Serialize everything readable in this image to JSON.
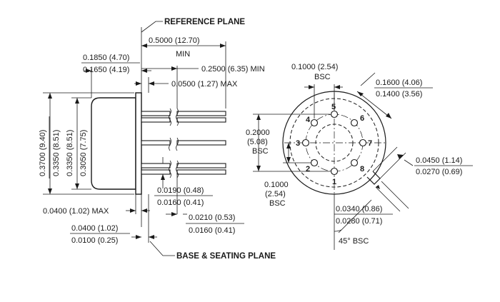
{
  "labels": {
    "reference_plane": "REFERENCE PLANE",
    "base_seating_plane": "BASE & SEATING PLANE"
  },
  "dims": {
    "lead_len_top": "0.5000 (12.70)",
    "lead_len_bot": "MIN",
    "flange_top": "0.1850 (4.70)",
    "flange_bot": "0.1650 (4.19)",
    "d250": "0.2500 (6.35) MIN",
    "d050": "0.0500 (1.27) MAX",
    "h_top": "0.3700 (9.40)",
    "h_bot": "0.3350 (8.51)",
    "h2_top": "0.3350 (8.51)",
    "h2_bot": "0.3050 (7.75)",
    "lead_dia_top": "0.0190 (0.48)",
    "lead_dia_bot": "0.0160 (0.41)",
    "d040max": "0.0400 (1.02) MAX",
    "d0210_top": "0.0210 (0.53)",
    "d0210_bot": "0.0160 (0.41)",
    "d0400_top": "0.0400 (1.02)",
    "d0400_bot": "0.0100 (0.25)",
    "pitch_top": "0.1000 (2.54)",
    "pitch_bot": "BSC",
    "bc_top": "0.1600 (4.06)",
    "bc_bot": "0.1400 (3.56)",
    "row_l1": "0.2000",
    "row_l2": "(5.08)",
    "row_l3": "BSC",
    "r1000_l1": "0.1000",
    "r1000_l2": "(2.54)",
    "r1000_l3": "BSC",
    "tab_w_top": "0.0450 (1.14)",
    "tab_w_bot": "0.0270 (0.69)",
    "tab_l_top": "0.0340 (0.86)",
    "tab_l_bot": "0.0280 (0.71)",
    "angle": "45° BSC"
  },
  "pins": [
    "1",
    "2",
    "3",
    "4",
    "5",
    "6",
    "7",
    "8"
  ]
}
